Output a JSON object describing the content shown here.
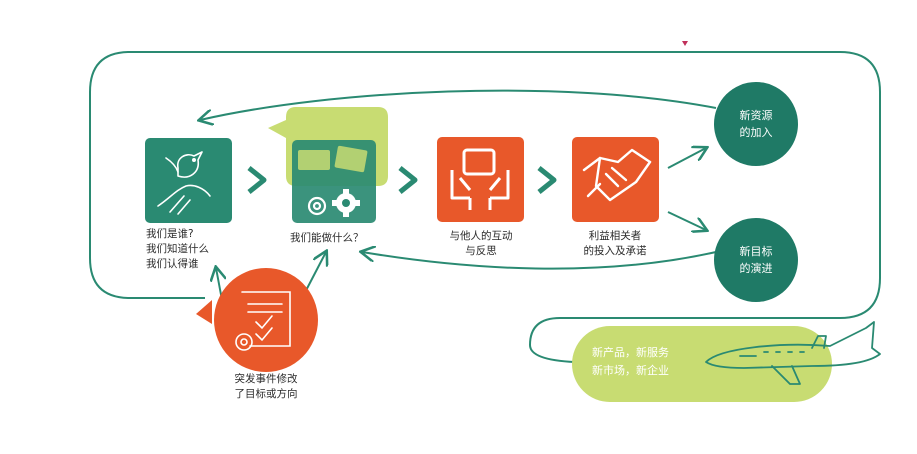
{
  "colors": {
    "teal": "#2a8a72",
    "teal_dark": "#1f6f5c",
    "orange": "#e8582a",
    "lime": "#c8dc72",
    "line": "#2a8a72",
    "marker": "#c0305a"
  },
  "nodes": {
    "who": {
      "lines": [
        "我们是谁?",
        "我们知道什么",
        "我们认得谁"
      ]
    },
    "can_do": {
      "label": "我们能做什么？"
    },
    "interact": {
      "line1": "与他人的互动",
      "line2": "与反思"
    },
    "stakeholders": {
      "line1": "利益相关者",
      "line2": "的投入及承诺"
    },
    "new_resources": {
      "line1": "新资源",
      "line2": "的加入"
    },
    "new_goals": {
      "line1": "新目标",
      "line2": "的演进"
    },
    "surprise": {
      "line1": "突发事件修改",
      "line2": "了目标或方向"
    },
    "outcomes": {
      "line1": "新产品，新服务",
      "line2": "新市场，新企业"
    }
  },
  "icons": {
    "who": "bird-hand-icon",
    "can_do": "gears-tools-icon",
    "interact": "people-meeting-icon",
    "stakeholders": "handshake-icon",
    "surprise": "document-scroll-icon",
    "outcomes": "airplane-icon"
  }
}
